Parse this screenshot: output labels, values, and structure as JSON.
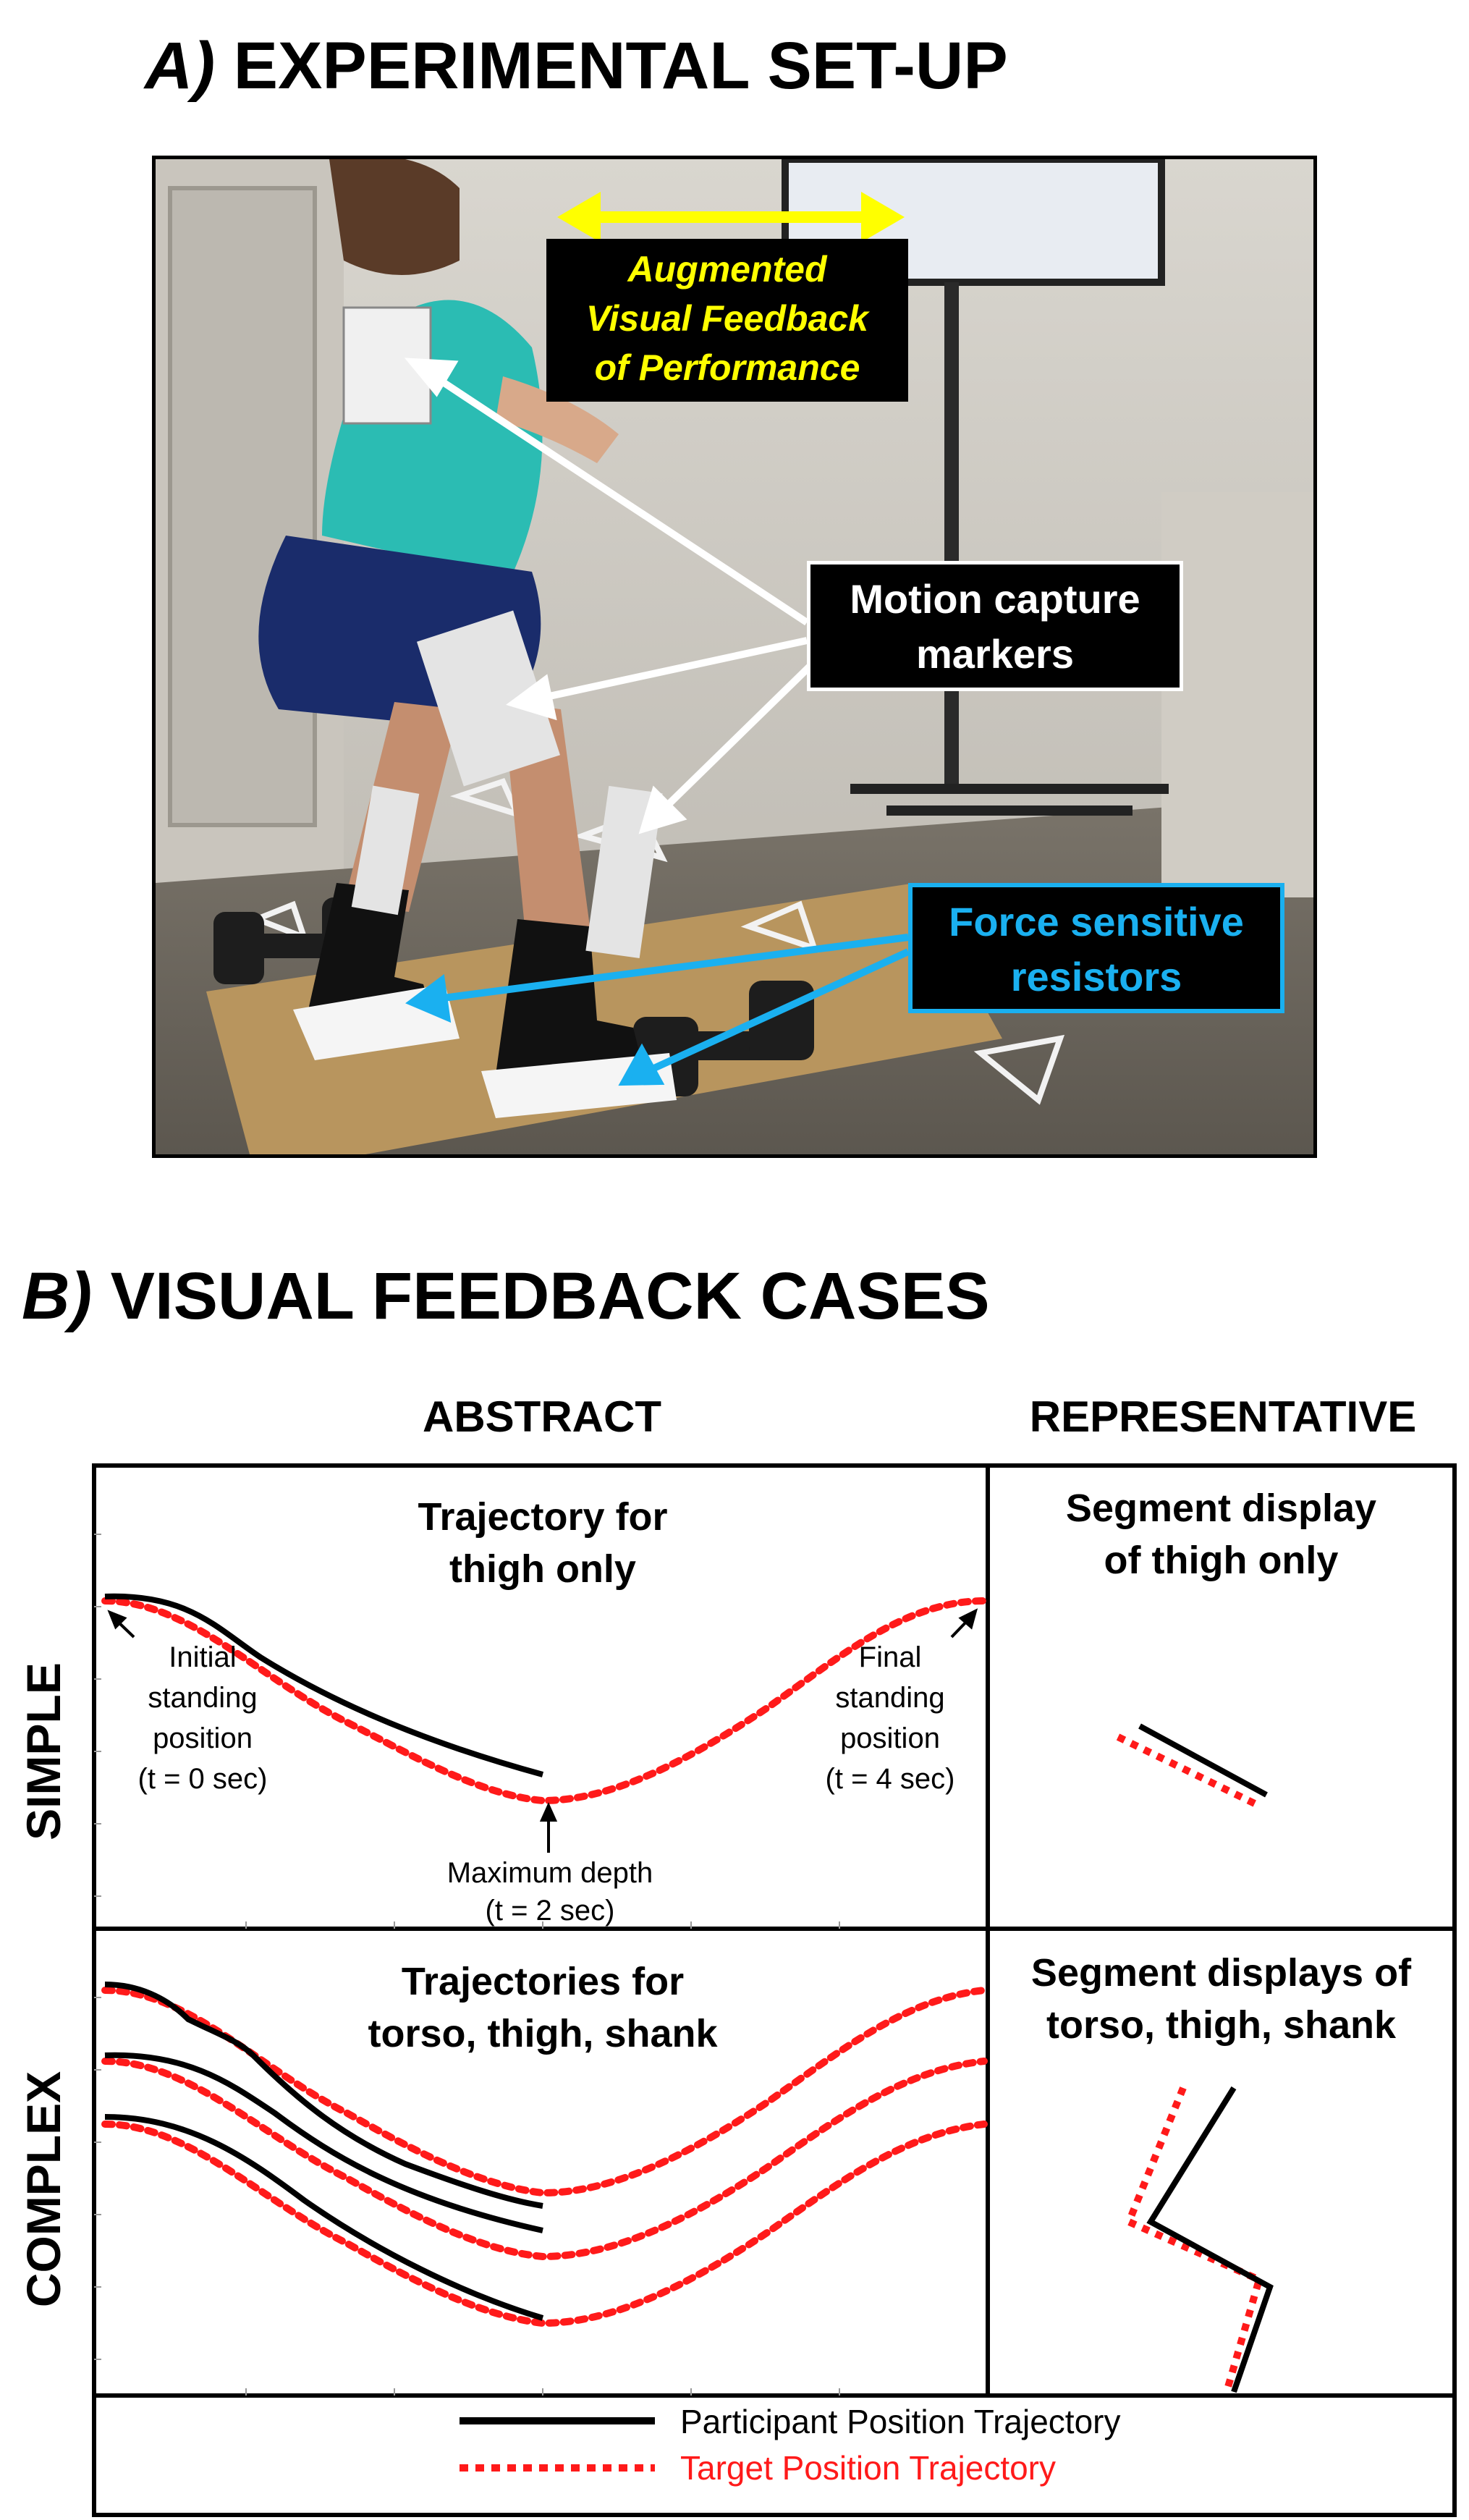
{
  "section_a": {
    "letter": "A)",
    "title": "EXPERIMENTAL SET-UP",
    "callouts": {
      "feedback": [
        "Augmented",
        "Visual Feedback",
        "of Performance"
      ],
      "markers": [
        "Motion capture",
        "markers"
      ],
      "fsr": [
        "Force sensitive",
        "resistors"
      ]
    }
  },
  "section_b": {
    "letter": "B)",
    "title": "VISUAL FEEDBACK CASES",
    "col_abstract": "ABSTRACT",
    "col_representative": "REPRESENTATIVE",
    "row_simple": "SIMPLE",
    "row_complex": "COMPLEX",
    "simple_abstract": {
      "title": [
        "Trajectory for",
        "thigh only"
      ],
      "initial": [
        "Initial",
        "standing",
        "position",
        "(t = 0 sec)"
      ],
      "final": [
        "Final",
        "standing",
        "position",
        "(t = 4 sec)"
      ],
      "max_depth": [
        "Maximum depth",
        "(t = 2 sec)"
      ]
    },
    "simple_representative": {
      "title": [
        "Segment display",
        "of thigh only"
      ]
    },
    "complex_abstract": {
      "title": [
        "Trajectories for",
        "torso, thigh, shank"
      ]
    },
    "complex_representative": {
      "title": [
        "Segment displays of",
        "torso, thigh, shank"
      ]
    },
    "legend": {
      "participant": "Participant Position Trajectory",
      "target": "Target Position Trajectory"
    }
  },
  "colors": {
    "participant": "#000000",
    "target": "#ff1a1a",
    "feedback_text": "#ffff00",
    "fsr_text": "#1ab0f0",
    "arrow_white": "#ffffff",
    "arrow_yellow": "#ffff00",
    "arrow_blue": "#1ab0f0"
  }
}
